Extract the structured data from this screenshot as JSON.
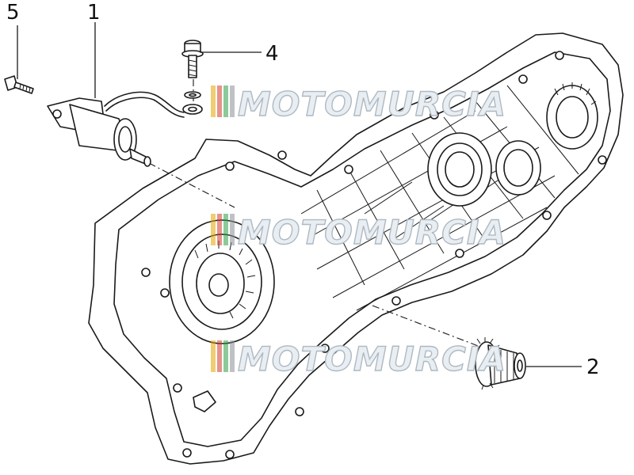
{
  "callouts": [
    {
      "id": "callout-1",
      "label": "1"
    },
    {
      "id": "callout-2",
      "label": "2"
    },
    {
      "id": "callout-4",
      "label": "4"
    },
    {
      "id": "callout-5",
      "label": "5"
    }
  ],
  "watermark": {
    "text": "MOTOMURCIA",
    "stripe_colors": [
      "#e0a400",
      "#d23a2c",
      "#2e9e46",
      "#8a8f96"
    ]
  },
  "parts": {
    "crankcase": "crankcase-half",
    "starter_motor": "starter-motor",
    "gear": "starter-drive-gear",
    "bolt_long": "screw-long",
    "bolt_short": "flange-bolt",
    "washers": "washer-stack"
  }
}
